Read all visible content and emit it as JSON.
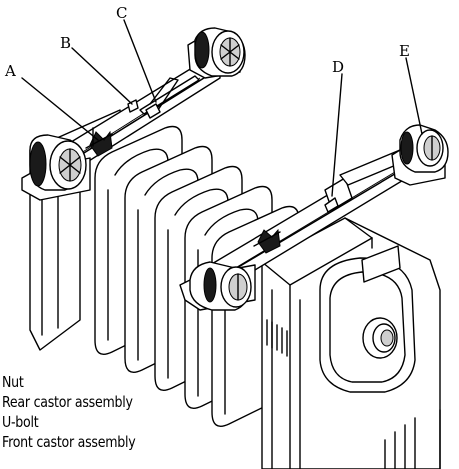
{
  "callouts": {
    "a": "A",
    "b": "B",
    "c": "C",
    "d": "D",
    "e": "E"
  },
  "legend": {
    "items": [
      "Nut",
      "Rear castor assembly",
      "U-bolt",
      "Front castor assembly"
    ]
  }
}
